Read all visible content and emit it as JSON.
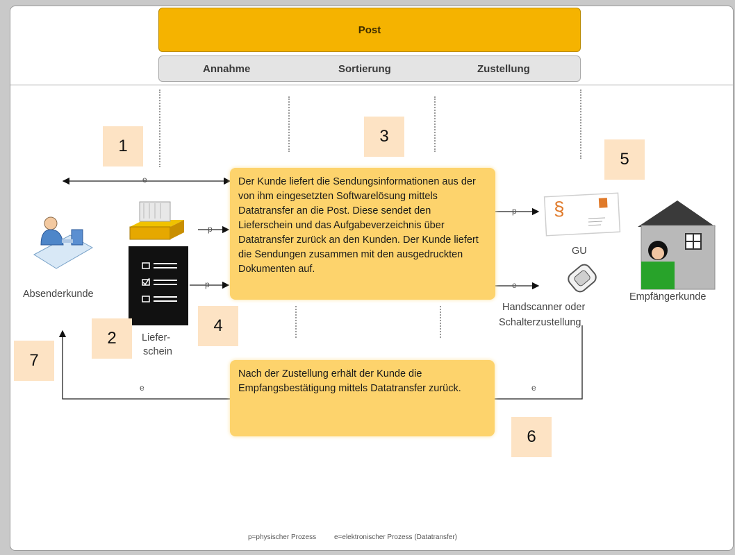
{
  "header": {
    "post": "Post",
    "stages": [
      "Annahme",
      "Sortierung",
      "Zustellung"
    ]
  },
  "numbers": [
    "1",
    "2",
    "3",
    "4",
    "5",
    "6",
    "7"
  ],
  "box_top_text": "Der Kunde liefert die Sendungsinformationen aus der von ihm eingesetzten Softwarelösung mittels Datatransfer an die Post. Diese sendet den Lieferschein und das Aufgabeverzeichnis über Datatransfer zurück an den Kunden. Der Kunde liefert die Sendungen zusammen mit den ausgedruckten Dokumenten auf.",
  "box_bottom_text": "Nach der Zustellung erhält der Kunde die Empfangsbestätigung mittels Datatransfer zurück.",
  "labels": {
    "sender": "Absenderkunde",
    "receiver": "Empfängerkunde",
    "delivery_note_1": "Liefer-",
    "delivery_note_2": "schein",
    "gu": "GU",
    "scanner_1": "Handscanner oder",
    "scanner_2": "Schalterzustellung"
  },
  "arrow_labels": {
    "e": "e",
    "p": "p"
  },
  "footer": {
    "physical": "p=physischer Prozess",
    "electronic": "e=elektronischer Prozess (Datatransfer)"
  },
  "colors": {
    "post_yellow": "#f5b300",
    "text_box": "#fdd36c",
    "number_box": "#fde3c4"
  }
}
